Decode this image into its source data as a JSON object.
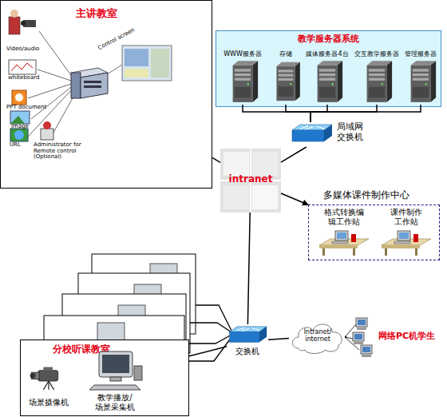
{
  "diagram": {
    "nodes": [
      {
        "text": [
          "主讲教室"
        ]
      },
      {
        "text": [
          "教学服务器系统"
        ]
      },
      {
        "text": [
          "WWW服务器"
        ],
        "in": 1
      },
      {
        "text": [
          "存储"
        ],
        "in": 1
      },
      {
        "text": [
          "媒体服务器4台"
        ],
        "in": 1
      },
      {
        "text": [
          "交互教学服务器"
        ],
        "in": 1
      },
      {
        "text": [
          "管理服务器"
        ],
        "in": 1
      },
      {
        "text": [
          "局域网交换机"
        ]
      },
      {
        "text": [
          "intranet"
        ]
      },
      {
        "text": [
          "多媒体课件制作中心"
        ]
      },
      {
        "text": [
          "格式转换编辑工作站"
        ],
        "in": 9
      },
      {
        "text": [
          "课件制作工作站"
        ],
        "in": 9
      },
      {
        "text": [
          "交换机"
        ]
      },
      {
        "text": [
          "Intranet/ internet"
        ]
      },
      {
        "text": [
          "网络PC机学生"
        ]
      },
      {
        "text": [
          "分校听课教室"
        ]
      },
      {
        "text": [
          "场景摄像机"
        ],
        "in": 15
      },
      {
        "text": [
          "教学播放/场景采集机"
        ],
        "in": 15
      }
    ],
    "edges": [
      {
        "from": 0,
        "to": 8,
        "arrow": "none"
      },
      {
        "from": 2,
        "to": 7,
        "arrow": "none"
      },
      {
        "from": 3,
        "to": 7,
        "arrow": "none"
      },
      {
        "from": 4,
        "to": 7,
        "arrow": "none"
      },
      {
        "from": 5,
        "to": 7,
        "arrow": "none"
      },
      {
        "from": 6,
        "to": 7,
        "arrow": "none"
      },
      {
        "from": 7,
        "to": 8,
        "arrow": "none"
      },
      {
        "from": 8,
        "to": 9,
        "arrow": "to"
      },
      {
        "from": 8,
        "to": 12,
        "arrow": "none"
      },
      {
        "from": 15,
        "to": 12,
        "arrow": "none"
      },
      {
        "from": 12,
        "to": 13,
        "arrow": "none"
      },
      {
        "from": 13,
        "to": 14,
        "arrow": "none"
      }
    ],
    "labels": [
      "Video/audio",
      "whiteboard",
      "PPT document",
      "Image",
      "URL",
      "Administrator for Remote control (Optional)",
      "Control screen"
    ]
  }
}
